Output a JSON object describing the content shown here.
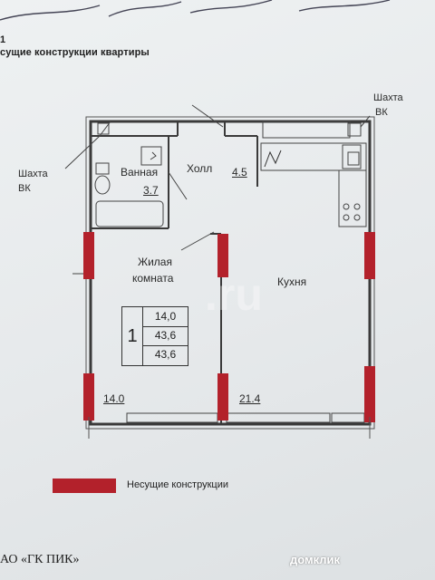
{
  "header": {
    "number": "1",
    "title": "сущие конструкции квартиры"
  },
  "plan": {
    "rooms": {
      "bathroom": {
        "name": "Ванная",
        "area": "3.7"
      },
      "hall": {
        "name": "Холл",
        "area": "4.5"
      },
      "living": {
        "name_line1": "Жилая",
        "name_line2": "комната",
        "area": "14.0"
      },
      "kitchen": {
        "name": "Кухня",
        "area": "21.4"
      }
    },
    "shafts": {
      "left": {
        "line1": "Шахта",
        "line2": "ВК"
      },
      "right": {
        "line1": "Шахта",
        "line2": "ВК"
      }
    },
    "summary": {
      "index": "1",
      "living_area": "14,0",
      "total_area": "43,6",
      "total_area_2": "43,6"
    }
  },
  "legend": {
    "label": "Несущие конструкции",
    "color": "#b3212b"
  },
  "footer": {
    "text": "АО «ГК ПИК»"
  },
  "watermark": {
    "text": "домклик"
  },
  "colors": {
    "wall": "#3a3a3a",
    "load_bearing": "#b3212b",
    "background": "#e9ecee"
  }
}
